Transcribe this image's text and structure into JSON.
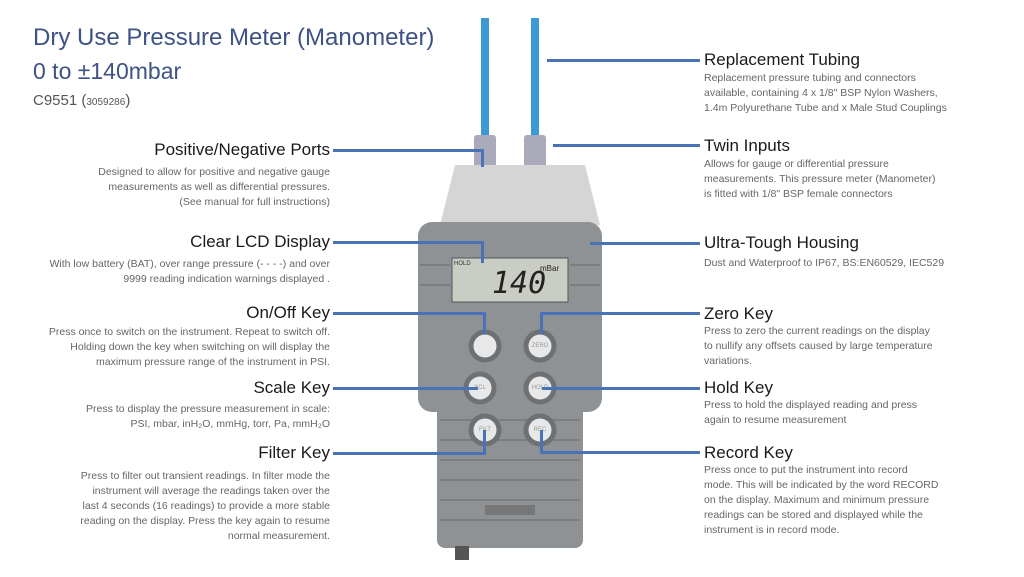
{
  "header": {
    "title": "Dry Use Pressure Meter (Manometer)",
    "range": "0 to ±140mbar",
    "model": "C9551 (",
    "part": "3059286",
    ")": ")",
    "close": ")"
  },
  "device": {
    "lcd_reading": "140",
    "lcd_unit": "mBar",
    "lcd_indicator": "HOLD",
    "buttons": [
      "",
      "ZERO",
      "SCL",
      "HOLD",
      "FILT",
      "REC"
    ],
    "tube_color": "#3b9ad6",
    "accent": "#4a72b8"
  },
  "left": [
    {
      "title": "Positive/Negative Ports",
      "desc": [
        "Designed to allow for positive and negative gauge",
        "measurements as well as differential pressures.",
        "(See manual for full instructions)"
      ]
    },
    {
      "title": "Clear LCD Display",
      "desc": [
        "With low battery (BAT), over range pressure (- - - -) and over",
        "9999 reading indication warnings displayed ."
      ]
    },
    {
      "title": "On/Off Key",
      "desc": [
        "Press once to switch on the instrument. Repeat to switch off.",
        "Holding down the key when switching on will display the",
        "maximum pressure range of the instrument in PSI."
      ]
    },
    {
      "title": "Scale Key",
      "desc": [
        "Press to display the pressure measurement in scale:",
        "PSI, mbar, inH₂O, mmHg, torr, Pa, mmH₂O"
      ]
    },
    {
      "title": "Filter Key",
      "desc": [
        "Press to filter out transient readings. In filter mode the",
        "instrument will average the readings taken over the",
        "last 4 seconds (16 readings) to provide a more stable",
        "reading on the display. Press the key again to resume",
        "normal measurement."
      ]
    }
  ],
  "right": [
    {
      "title": "Replacement Tubing",
      "desc": [
        "Replacement pressure tubing and connectors",
        "available, containing 4 x 1/8\" BSP Nylon Washers,",
        "1.4m Polyurethane Tube and x Male Stud Couplings"
      ]
    },
    {
      "title": "Twin Inputs",
      "desc": [
        "Allows for gauge or differential pressure",
        "measurements. This pressure meter (Manometer)",
        "is fitted with 1/8\" BSP female connectors"
      ]
    },
    {
      "title": "Ultra-Tough Housing",
      "desc": [
        "Dust and Waterproof to IP67, BS:EN60529, IEC529"
      ]
    },
    {
      "title": "Zero Key",
      "desc": [
        "Press to zero the current readings on the display",
        "to nullify any offsets caused by large temperature",
        "variations."
      ]
    },
    {
      "title": "Hold Key",
      "desc": [
        "Press to hold the displayed reading and press",
        "again to resume measurement"
      ]
    },
    {
      "title": "Record Key",
      "desc": [
        "Press once to put the instrument into record",
        "mode. This will be indicated by the word RECORD",
        "on the display. Maximum and minimum pressure",
        "readings can be stored and displayed while the",
        "instrument is in record mode."
      ]
    }
  ]
}
